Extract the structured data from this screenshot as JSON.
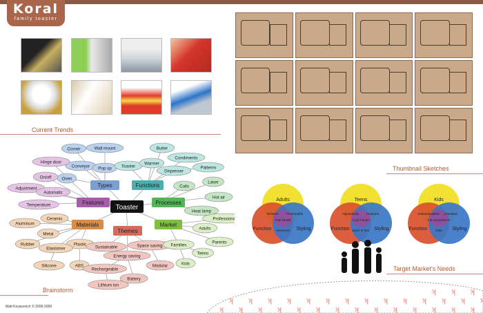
{
  "logo": {
    "brand": "Koral",
    "tagline": "family toaster"
  },
  "sections": {
    "trends": "Current Trends",
    "thumbnails": "Thumbnail Sketches",
    "brainstorm": "Brainstorm",
    "target": "Target Market's Needs"
  },
  "credit": "Matt Kovacevich © 2006-2008",
  "colors": {
    "accent": "#b05a35",
    "rule": "#c9877d"
  },
  "mindmap": {
    "center": "Toaster",
    "categories": [
      {
        "label": "Types",
        "color": "#7b9fd0"
      },
      {
        "label": "Functions",
        "color": "#4bb0ad"
      },
      {
        "label": "Features",
        "color": "#a45da6"
      },
      {
        "label": "Processes",
        "color": "#52b558"
      },
      {
        "label": "Materials",
        "color": "#d98c45"
      },
      {
        "label": "Themes",
        "color": "#d46a5c"
      },
      {
        "label": "Market",
        "color": "#7fbf3f"
      }
    ],
    "bubbles": {
      "types": [
        "Corner",
        "Wall mount",
        "Conveyor",
        "Pop up",
        "Oven"
      ],
      "functions": [
        "Butter",
        "Toaster",
        "Warmer",
        "Condiments",
        "Dispenser",
        "Patterns"
      ],
      "features": [
        "Hinge door",
        "On/off",
        "Adjustment",
        "Automatic",
        "Temperature"
      ],
      "processes": [
        "Coils",
        "Laser",
        "Hot air",
        "Heat lamp"
      ],
      "materials": [
        "Ceramic",
        "Aluminum",
        "Metal",
        "Rubber",
        "Plastic",
        "Elastomer",
        "Silicone",
        "ABS"
      ],
      "themes": [
        "Sustainable",
        "Energy saving",
        "Space saving",
        "Rechargeable",
        "Modular",
        "Battery",
        "Lithium ion"
      ],
      "market": [
        "Professionals",
        "Adults",
        "Parents",
        "Families",
        "Teens",
        "Kids"
      ]
    }
  },
  "venn": [
    {
      "group": "Adults",
      "overlap_top_left": "Reliable",
      "overlap_top_right": "Presentable",
      "overlap_center": "Fast Result",
      "overlap_bottom": "Awesome"
    },
    {
      "group": "Teens",
      "overlap_top_left": "Adjustability",
      "overlap_top_right": "Features",
      "overlap_center": "Cool Factor",
      "overlap_bottom": "Ease of use"
    },
    {
      "group": "Kids",
      "overlap_top_left": "Understandable",
      "overlap_top_right": "Animated",
      "overlap_center": "Fun Experience",
      "overlap_bottom": "Safe"
    }
  ],
  "venn_common": {
    "left": "Function",
    "right": "Styling"
  },
  "venn_colors": {
    "top": "#f2e032",
    "left": "#d9512c",
    "right": "#3b76c7",
    "center": "#9a4c99"
  }
}
